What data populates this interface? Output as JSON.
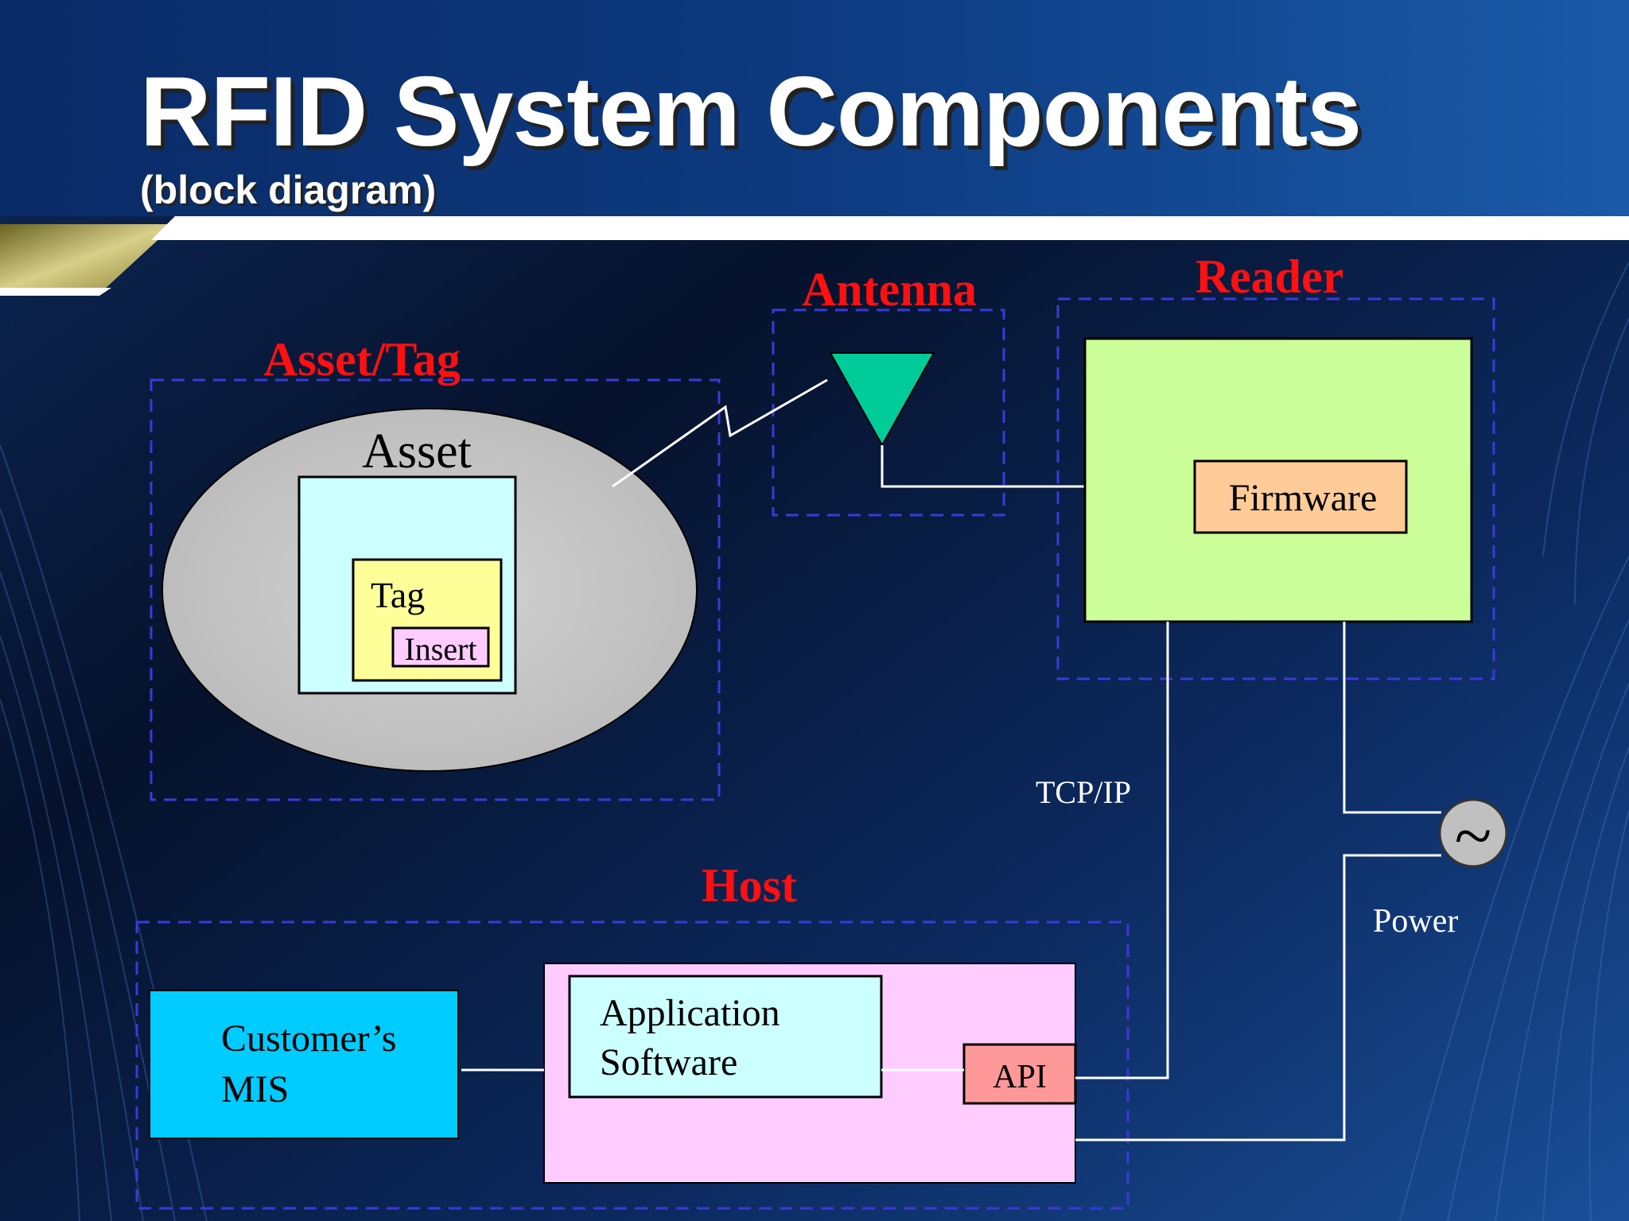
{
  "slide": {
    "title": "RFID System Components",
    "subtitle": "(block diagram)"
  },
  "groups": {
    "asset_tag": "Asset/Tag",
    "antenna": "Antenna",
    "reader": "Reader",
    "host": "Host"
  },
  "blocks": {
    "asset": "Asset",
    "tag": "Tag",
    "insert": "Insert",
    "firmware": "Firmware",
    "customers_mis": [
      "Customer’s",
      "MIS"
    ],
    "application_software": [
      "Application",
      "Software"
    ],
    "api": "API"
  },
  "connections": {
    "tcpip": "TCP/IP",
    "power": "Power",
    "power_symbol": "~"
  },
  "colors": {
    "group_label": "#ff1010",
    "group_border": "#3a3ad8",
    "asset_fill": "#c8c8c8",
    "asset_container": "#ccffff",
    "tag": "#ffff99",
    "insert": "#ffccff",
    "antenna": "#00cc99",
    "reader": "#ccff99",
    "firmware": "#ffcc99",
    "customers_mis": "#00ccff",
    "host_box": "#ffccff",
    "application_software": "#ccffff",
    "api": "#ff9999",
    "power_source": "#c0c0c0"
  }
}
